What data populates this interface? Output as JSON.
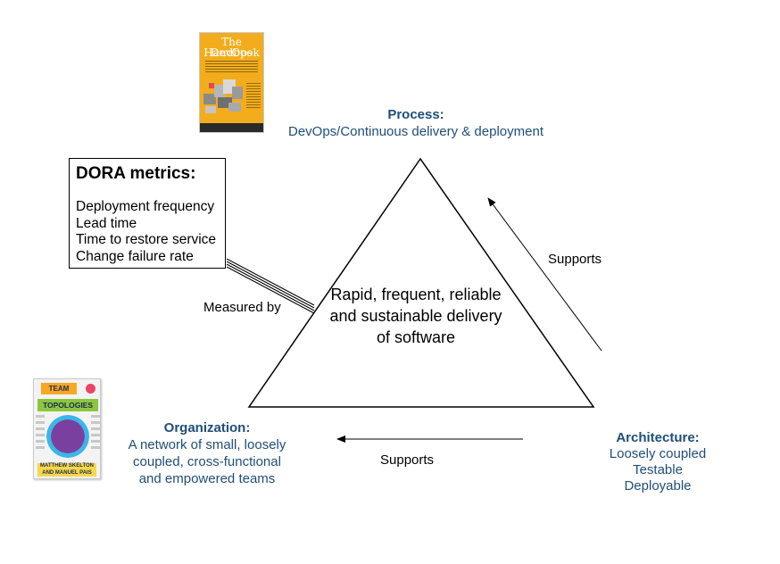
{
  "process": {
    "title": "Process:",
    "text": "DevOps/Continuous delivery & deployment"
  },
  "dora": {
    "title": "DORA metrics:",
    "items": [
      "Deployment frequency",
      "Lead time",
      "Time to restore service",
      "Change failure rate"
    ]
  },
  "center": {
    "text": "Rapid, frequent, reliable and sustainable delivery of software"
  },
  "measured_by": "Measured by",
  "supports_right": "Supports",
  "supports_bottom": "Supports",
  "organization": {
    "title": "Organization:",
    "lines": [
      "A network of small, loosely",
      "coupled, cross-functional",
      "and empowered teams"
    ]
  },
  "architecture": {
    "title": "Architecture:",
    "lines": [
      "Loosely coupled",
      "Testable",
      "Deployable"
    ]
  },
  "books": {
    "devops_handbook": {
      "title_line1": "The DevOps",
      "title_line2": "Handbook"
    },
    "team_topologies": {
      "tag1": "TEAM",
      "tag2": "TOPOLOGIES",
      "authors": "MATTHEW SKELTON AND MANUEL PAIS"
    }
  },
  "colors": {
    "accent_blue": "#1f4e79",
    "devops_cover": "#f2ac1c"
  }
}
